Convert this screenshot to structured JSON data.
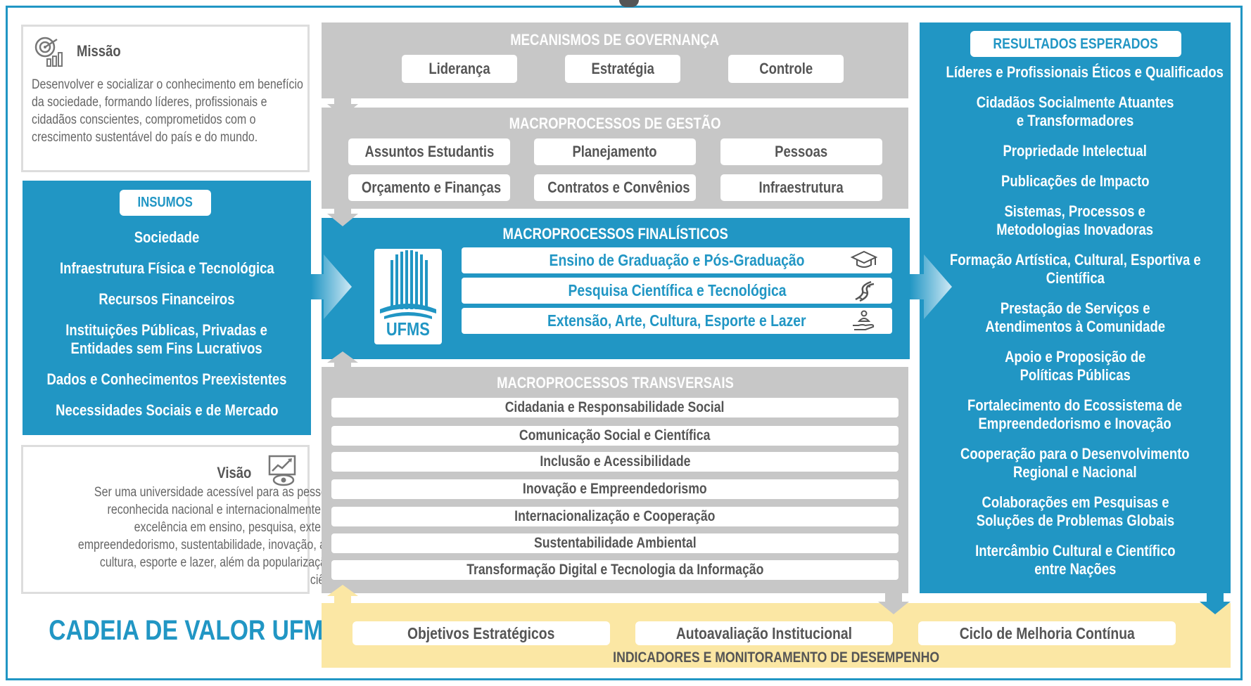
{
  "mission": {
    "title": "Missão",
    "text": "Desenvolver e socializar o conhecimento em benefício da sociedade, formando líderes, profissionais e cidadãos conscientes, comprometidos com o crescimento sustentável do país e do mundo."
  },
  "inputs": {
    "title": "INSUMOS",
    "items": [
      "Sociedade",
      "Infraestrutura Física e Tecnológica",
      "Recursos Financeiros",
      "Instituições Públicas, Privadas e\nEntidades sem Fins Lucrativos",
      "Dados e Conhecimentos Preexistentes",
      "Necessidades Sociais e de Mercado"
    ]
  },
  "vision": {
    "title": "Visão",
    "text": "Ser uma universidade acessível para as pessoas e reconhecida nacional e internacionalmente, pela excelência em ensino, pesquisa, extensão, empreendedorismo, sustentabilidade, inovação, arte e cultura, esporte e lazer, além da popularização da ciência."
  },
  "chain_title": "CADEIA DE VALOR UFMS",
  "governance": {
    "title": "MECANISMOS DE GOVERNANÇA",
    "items": [
      "Liderança",
      "Estratégia",
      "Controle"
    ]
  },
  "management": {
    "title": "MACROPROCESSOS DE GESTÃO",
    "items": [
      "Assuntos Estudantis",
      "Planejamento",
      "Pessoas",
      "Orçamento e Finanças",
      "Contratos e Convênios",
      "Infraestrutura"
    ]
  },
  "finalistic": {
    "title": "MACROPROCESSOS FINALÍSTICOS",
    "logo_text": "UFMS",
    "items": [
      {
        "label": "Ensino de Graduação e Pós-Graduação",
        "icon": "graduation-cap-icon"
      },
      {
        "label": "Pesquisa Científica e Tecnológica",
        "icon": "dna-icon"
      },
      {
        "label": "Extensão, Arte, Cultura, Esporte e Lazer",
        "icon": "hand-person-icon"
      }
    ]
  },
  "transversal": {
    "title": "MACROPROCESSOS TRANSVERSAIS",
    "items": [
      "Cidadania e Responsabilidade Social",
      "Comunicação Social e Científica",
      "Inclusão e Acessibilidade",
      "Inovação e Empreendedorismo",
      "Internacionalização e Cooperação",
      "Sustentabilidade Ambiental",
      "Transformação Digital e Tecnologia da Informação"
    ]
  },
  "results": {
    "title": "RESULTADOS ESPERADOS",
    "items": [
      "Líderes e Profissionais Éticos e Qualificados",
      "Cidadãos Socialmente Atuantes\ne Transformadores",
      "Propriedade Intelectual",
      "Publicações de Impacto",
      "Sistemas, Processos e\nMetodologias Inovadoras",
      "Formação Artística, Cultural, Esportiva e\nCientífica",
      "Prestação de Serviços e\nAtendimentos à Comunidade",
      "Apoio e Proposição de\nPolíticas Públicas",
      "Fortalecimento do Ecossistema de\nEmpreendedorismo e Inovação",
      "Cooperação para o Desenvolvimento\nRegional e Nacional",
      "Colaborações em Pesquisas e\nSoluções de Problemas Globais",
      "Intercâmbio Cultural e Científico\nentre Nações"
    ]
  },
  "indicators": {
    "title": "INDICADORES E MONITORAMENTO DE DESEMPENHO",
    "items": [
      "Objetivos Estratégicos",
      "Autoavaliação Institucional",
      "Ciclo de Melhoria Contínua"
    ]
  },
  "colors": {
    "accent_blue": "#2196c4",
    "gray": "#c7c7c7",
    "yellow": "#fbe7a4",
    "text_gray": "#555555"
  }
}
